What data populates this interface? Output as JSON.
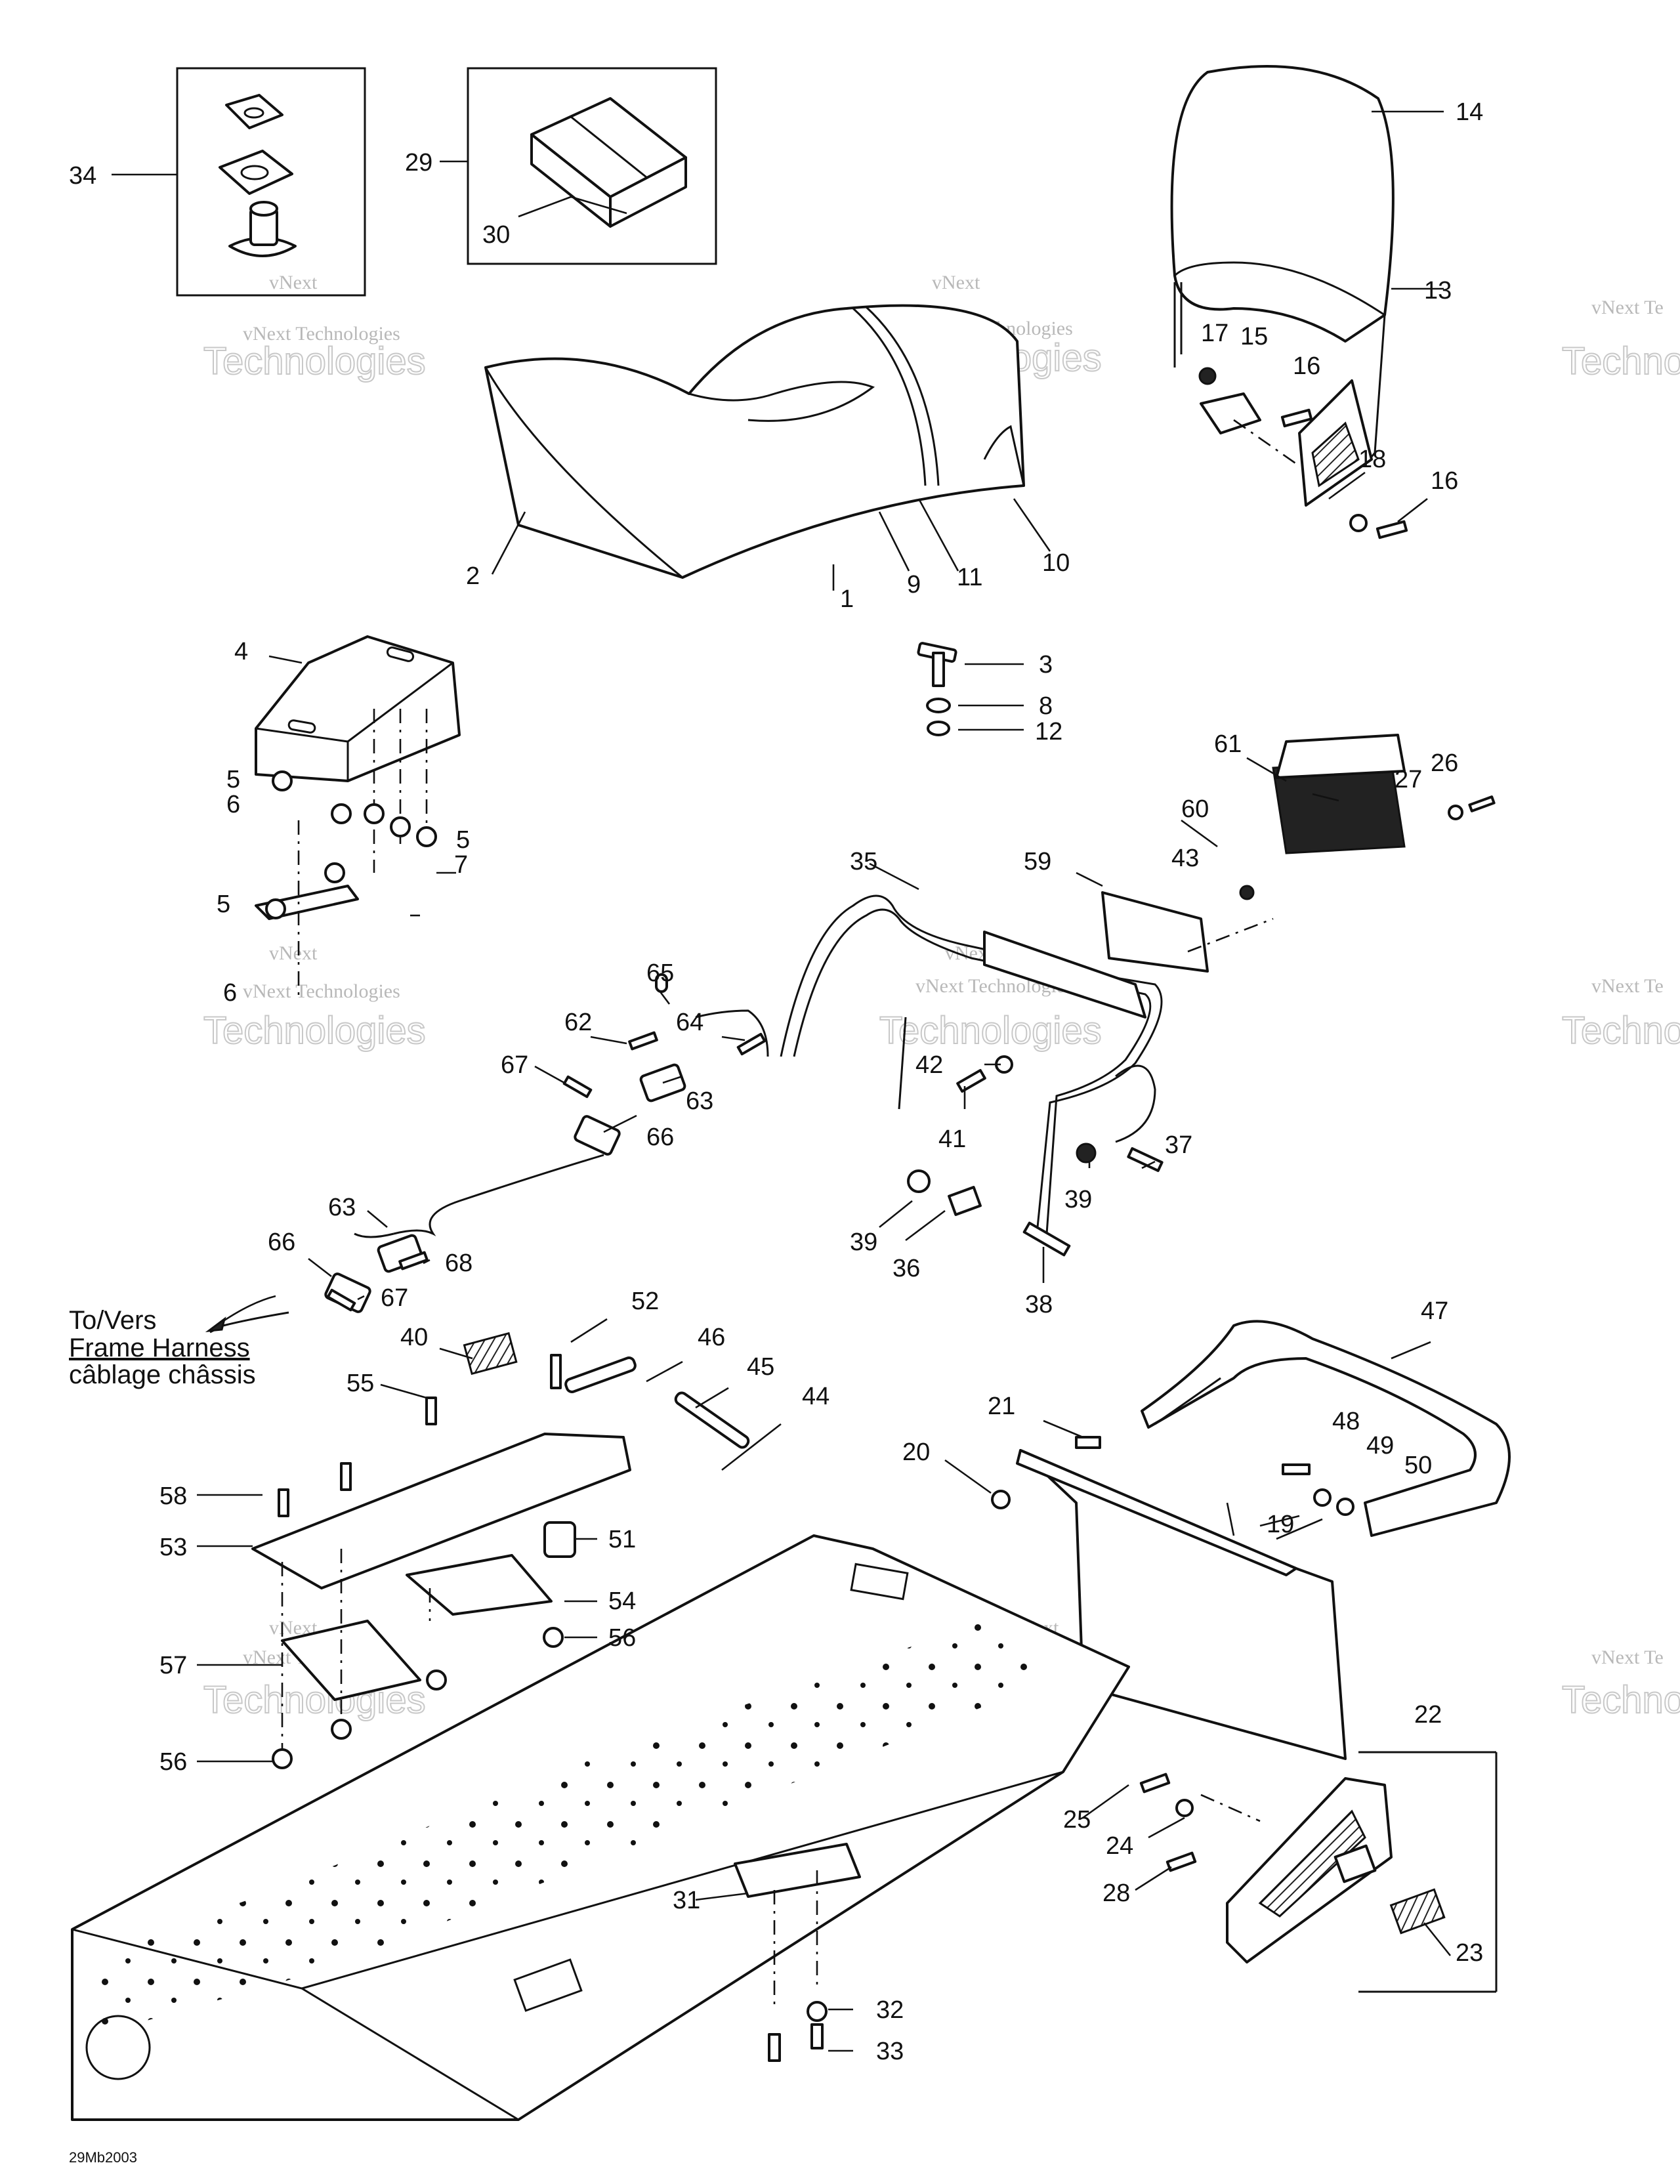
{
  "diagram": {
    "code": "29Mb2003",
    "note": {
      "line1": "To/Vers",
      "line2": "Frame Harness",
      "line3": "câblage châssis"
    },
    "watermark": {
      "top": "vNext",
      "mid": "vNext Technologies",
      "bottom": "Technologies",
      "edge_mid": "vNext Te",
      "edge_bottom": "Techno"
    },
    "callouts": {
      "c1": "1",
      "c2": "2",
      "c3": "3",
      "c4": "4",
      "c5": "5",
      "c6": "6",
      "c7": "7",
      "c8": "8",
      "c9": "9",
      "c10": "10",
      "c11": "11",
      "c12": "12",
      "c13": "13",
      "c14": "14",
      "c15": "15",
      "c16": "16",
      "c17": "17",
      "c18": "18",
      "c19": "19",
      "c20": "20",
      "c21": "21",
      "c22": "22",
      "c23": "23",
      "c24": "24",
      "c25": "25",
      "c26": "26",
      "c27": "27",
      "c28": "28",
      "c29": "29",
      "c30": "30",
      "c31": "31",
      "c32": "32",
      "c33": "33",
      "c34": "34",
      "c35": "35",
      "c36": "36",
      "c37": "37",
      "c38": "38",
      "c39": "39",
      "c40": "40",
      "c41": "41",
      "c42": "42",
      "c43": "43",
      "c44": "44",
      "c45": "45",
      "c46": "46",
      "c47": "47",
      "c48": "48",
      "c49": "49",
      "c50": "50",
      "c51": "51",
      "c52": "52",
      "c53": "53",
      "c54": "54",
      "c55": "55",
      "c56": "56",
      "c57": "57",
      "c58": "58",
      "c59": "59",
      "c60": "60",
      "c61": "61",
      "c62": "62",
      "c63": "63",
      "c64": "64",
      "c65": "65",
      "c66": "66",
      "c67": "67",
      "c68": "68"
    }
  }
}
